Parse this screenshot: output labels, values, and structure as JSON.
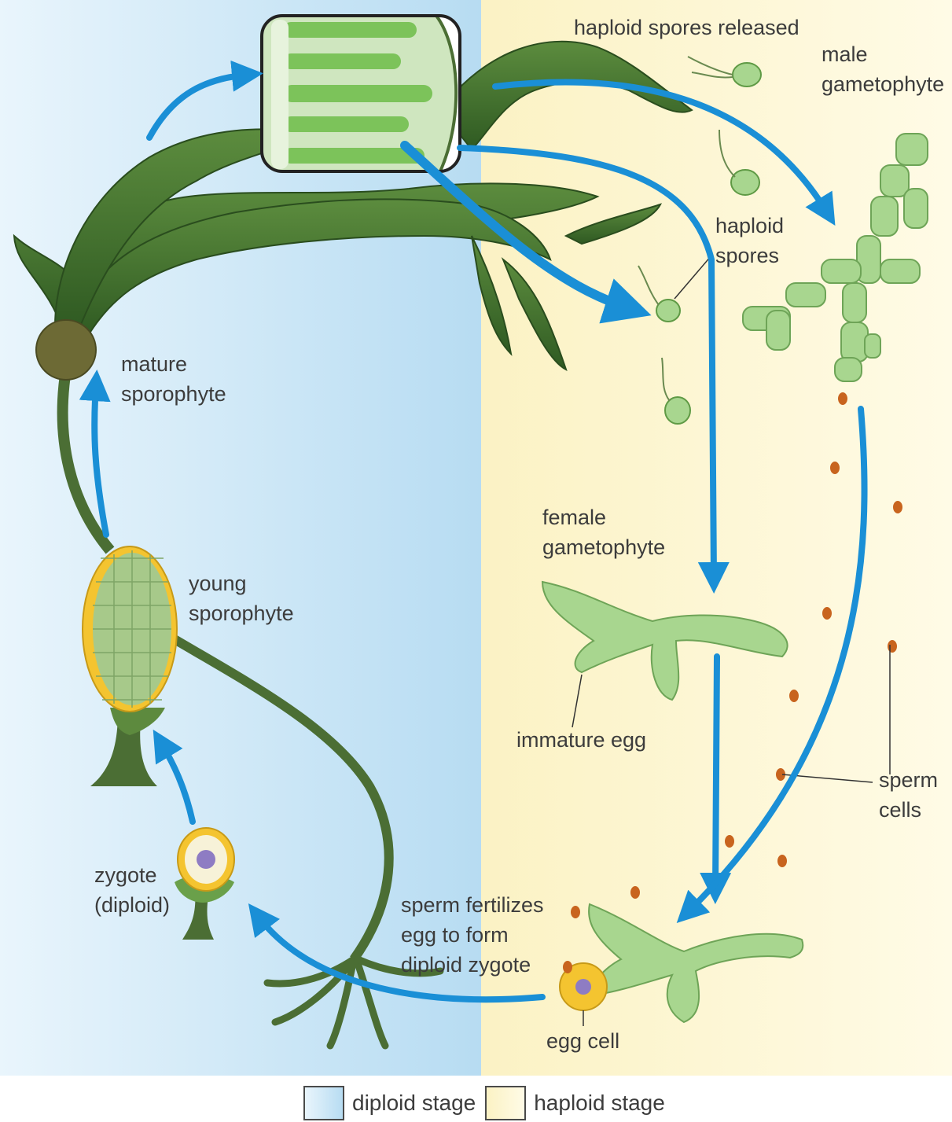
{
  "labels": {
    "haploid_spores_released": "haploid spores released",
    "male_gametophyte": [
      "male",
      "gametophyte"
    ],
    "haploid_spores": [
      "haploid",
      "spores"
    ],
    "mature_sporophyte": [
      "mature",
      "sporophyte"
    ],
    "female_gametophyte": [
      "female",
      "gametophyte"
    ],
    "young_sporophyte": [
      "young",
      "sporophyte"
    ],
    "immature_egg": "immature egg",
    "sperm_cells": [
      "sperm",
      "cells"
    ],
    "zygote": [
      "zygote",
      "(diploid)"
    ],
    "sperm_fertilizes": [
      "sperm fertilizes",
      "egg to form",
      "diploid zygote"
    ],
    "egg_cell": "egg cell"
  },
  "legend": {
    "diploid": "diploid stage",
    "haploid": "haploid stage"
  },
  "colors": {
    "diploid_bg": "#bfe2f5",
    "haploid_bg": "#fdf6cf",
    "arrow": "#1a8fd6",
    "kelp": "#3e6b2c",
    "gametophyte": "#9fd48a",
    "sperm": "#c8641e",
    "zygote_yellow": "#f4c430",
    "nucleus": "#8e7cc3"
  }
}
